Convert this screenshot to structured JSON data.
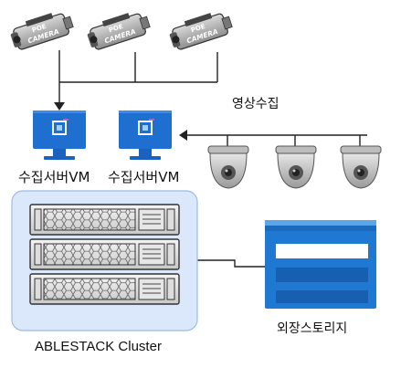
{
  "cameras": {
    "poe_badge_line1": "POE",
    "poe_badge_line2": "CAMERA"
  },
  "labels": {
    "video_capture": "영상수집",
    "server_vm_left": "수집서버VM",
    "server_vm_right": "수집서버VM",
    "cluster": "ABLESTACK Cluster",
    "external_storage": "외장스토리지"
  },
  "colors": {
    "monitor_blue": "#1e6fd0",
    "cluster_fill": "#dbe8fb",
    "cluster_border": "#9bbce6",
    "storage_blue": "#1f78d1",
    "line": "#222222"
  }
}
